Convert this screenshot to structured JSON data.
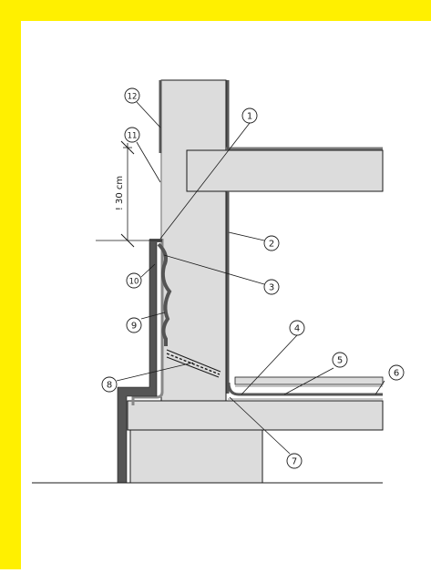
{
  "colors": {
    "frame": "#FFF000",
    "concrete": "#DCDCDC",
    "membrane": "#555555",
    "line": "#1a1a1a",
    "light_strip": "#c8c8c8"
  },
  "dimension": {
    "label": "! 30 cm"
  },
  "callouts": [
    "1",
    "2",
    "3",
    "4",
    "5",
    "6",
    "7",
    "8",
    "9",
    "10",
    "11",
    "12"
  ]
}
